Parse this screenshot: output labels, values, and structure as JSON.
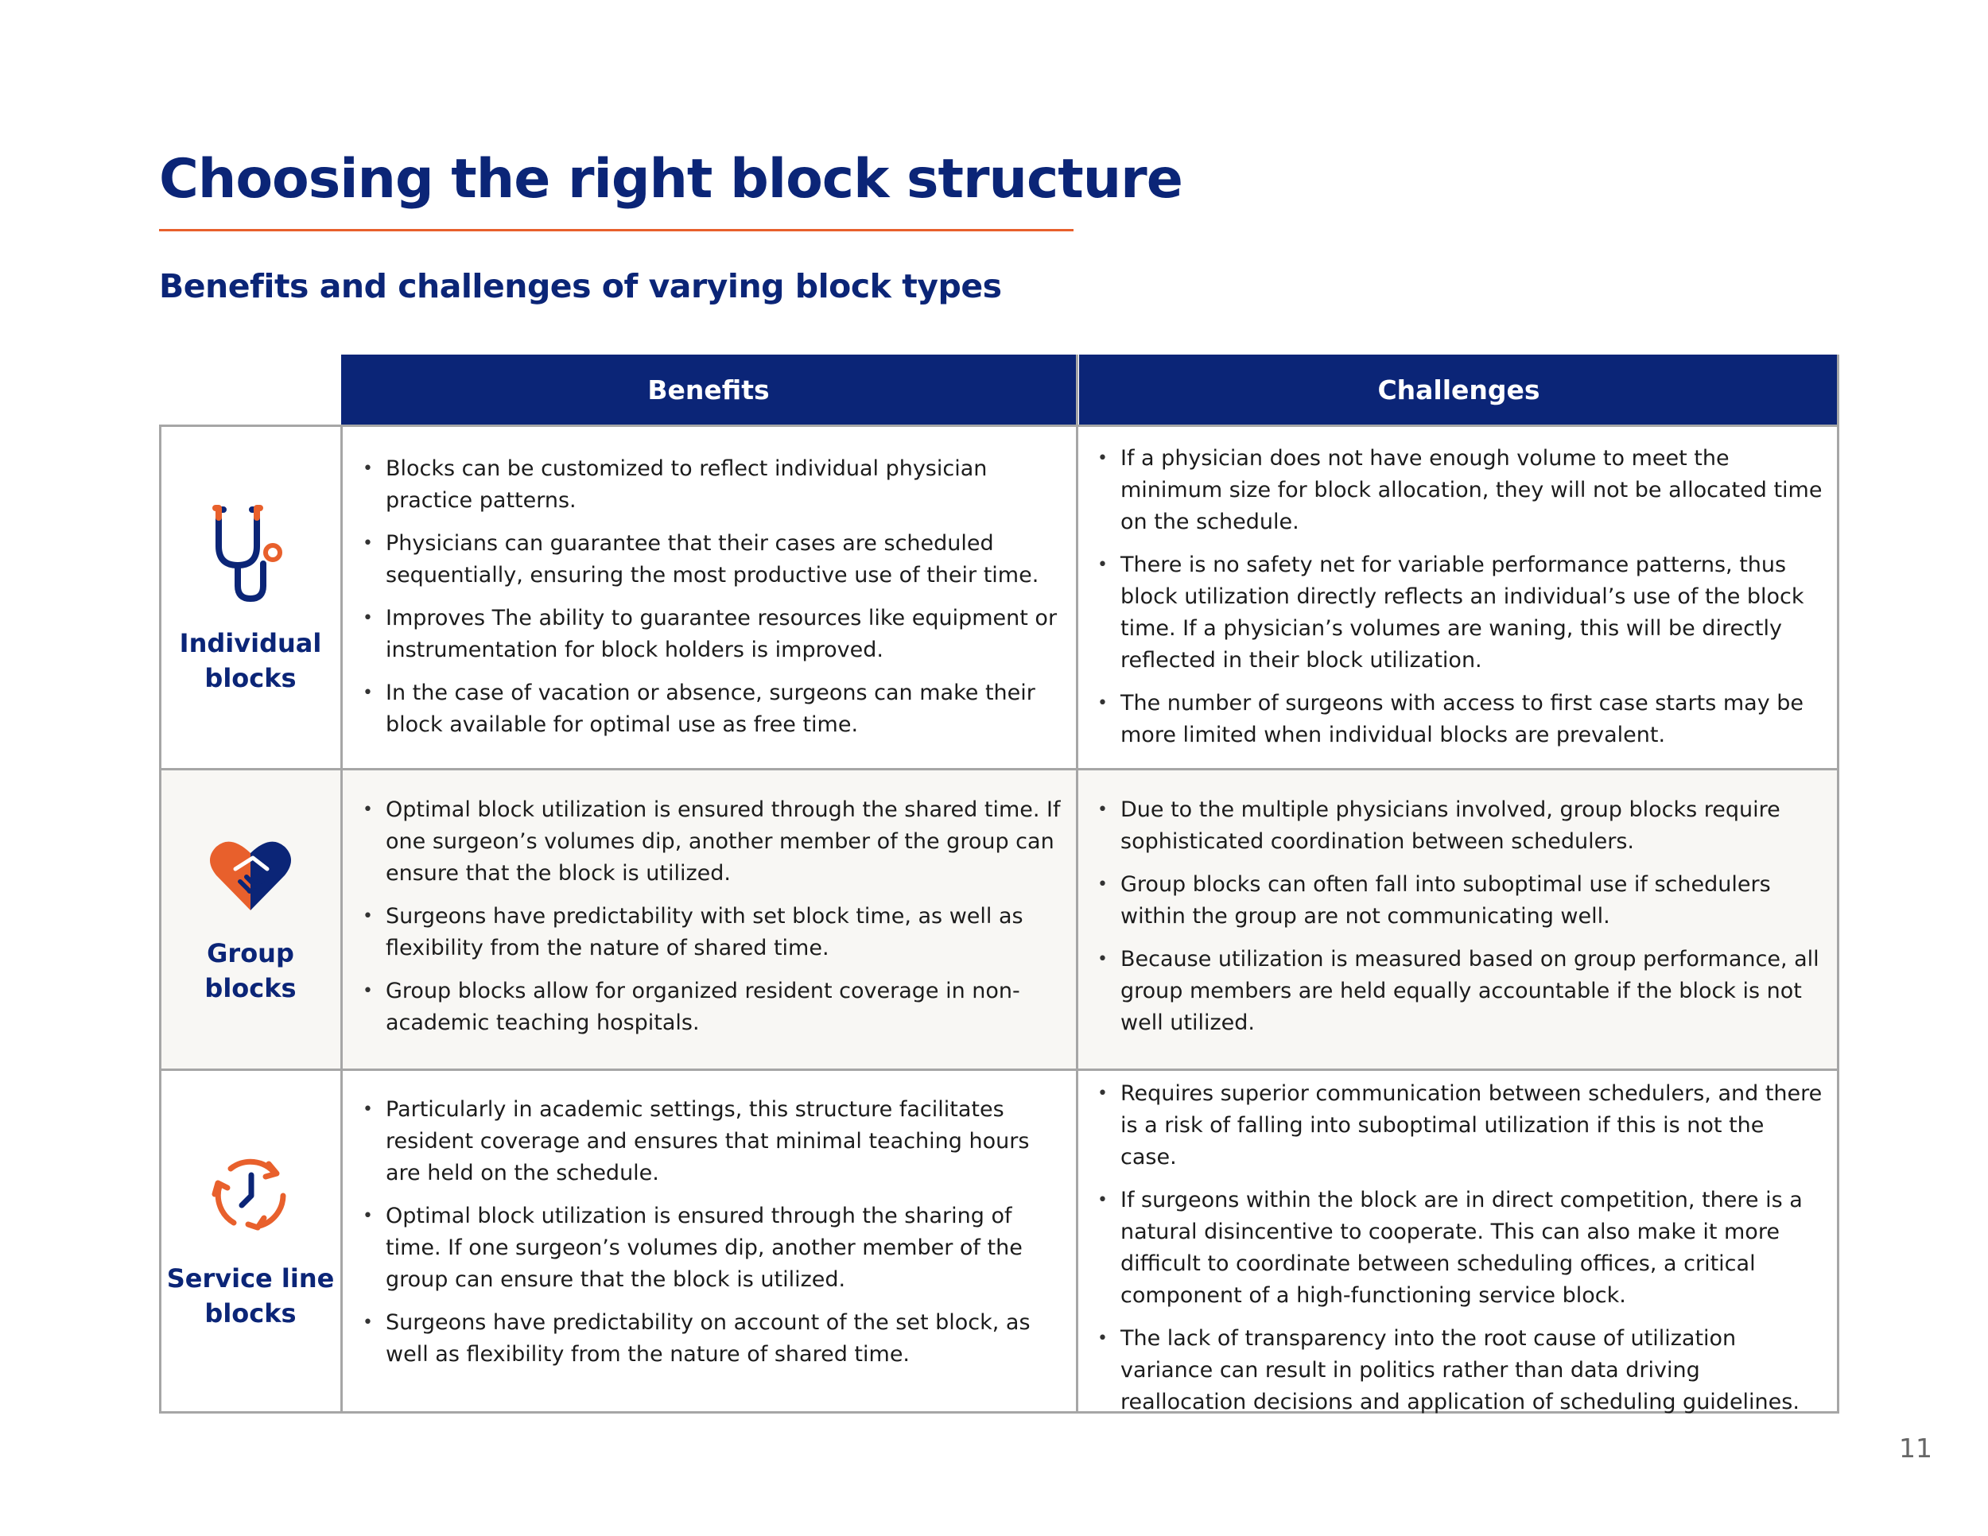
{
  "page": {
    "title": "Choosing the right block structure",
    "subtitle": "Benefits and challenges of varying block types",
    "page_number": "11",
    "accent_color": "#e8602c",
    "brand_color": "#0b2577"
  },
  "table": {
    "headers": {
      "benefits": "Benefits",
      "challenges": "Challenges"
    },
    "rows": [
      {
        "label": "Individual\nblocks",
        "icon": "stethoscope-icon",
        "benefits": [
          "Blocks can be customized to reflect individual physician practice patterns.",
          "Physicians can guarantee that their cases are scheduled sequentially, ensuring the most productive use of their time.",
          "Improves The ability to guarantee resources like equipment or instrumentation for block holders is improved.",
          "In the case of vacation or absence, surgeons can make their block available for optimal use as free time."
        ],
        "challenges": [
          "If a physician does not have enough volume to meet the minimum size for block allocation, they will not be allocated time on the schedule.",
          "There is no safety net for variable performance patterns, thus block utilization directly reflects an individual’s use of the block time. If a physician’s volumes are waning, this will be directly reflected in their block utilization.",
          "The number of surgeons with access to first case starts may be more limited when individual blocks are prevalent."
        ]
      },
      {
        "label": "Group\nblocks",
        "icon": "heart-handshake-icon",
        "benefits": [
          "Optimal block utilization is ensured through the shared time. If one surgeon’s volumes dip, another member of the group can ensure that the block is utilized.",
          "Surgeons have predictability with set block time, as well as flexibility from the nature of shared time.",
          "Group blocks allow for organized resident coverage in non-academic teaching hospitals."
        ],
        "challenges": [
          "Due to the multiple physicians involved, group blocks require sophisticated coordination between schedulers.",
          "Group blocks can often fall into suboptimal use if schedulers within the group are not communicating well.",
          "Because utilization is measured based on group performance, all group members are held equally accountable if the block is not well utilized."
        ]
      },
      {
        "label": "Service line\nblocks",
        "icon": "clock-cycle-icon",
        "benefits": [
          "Particularly in academic settings, this structure facilitates resident coverage and ensures that minimal teaching hours are held on the schedule.",
          "Optimal block utilization is ensured through the sharing of time. If one surgeon’s volumes dip, another member of the group can ensure that the block is utilized.",
          "Surgeons have predictability on account of the set block, as well as flexibility from the nature of shared time."
        ],
        "challenges": [
          "Requires superior communication between schedulers, and there is a risk of falling into suboptimal utilization if this is not the case.",
          "If surgeons within the block are in direct competition, there is a natural disincentive to cooperate. This can also make it more difficult to coordinate between scheduling offices, a critical component of a high-functioning service block.",
          "The lack of transparency into the root cause of utilization variance can result in politics rather than data driving reallocation decisions and application of scheduling guidelines."
        ]
      }
    ]
  }
}
